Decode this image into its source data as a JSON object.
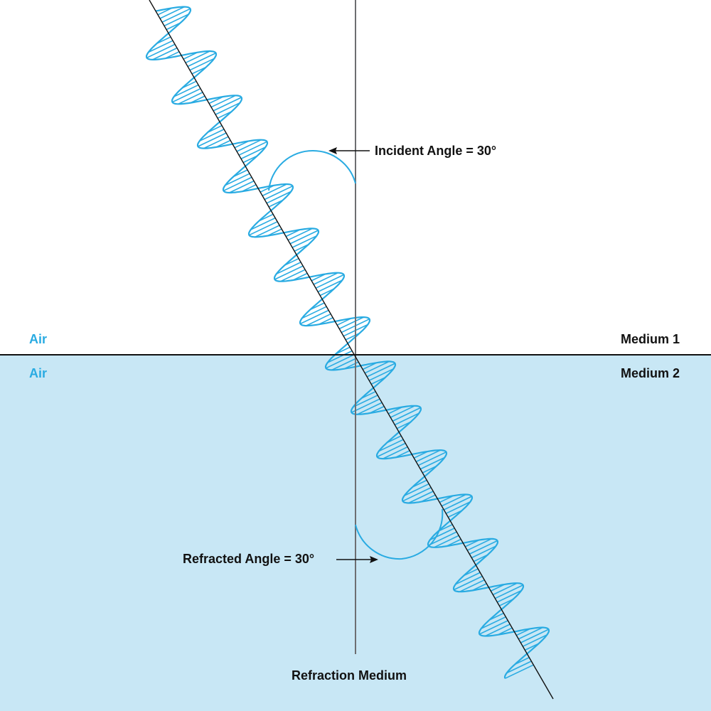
{
  "diagram": {
    "title": "Refraction of a wave at a medium boundary",
    "colors": {
      "wave": "#29abe2",
      "medium2_fill": "#c8e7f5",
      "medium1_fill": "#ffffff",
      "normal_line": "#6d6e71",
      "interface_line": "#111111",
      "ray_line": "#111111"
    },
    "labels": {
      "incident_angle": "Incident Angle = 30°",
      "refracted_angle": "Refracted Angle = 30°",
      "top_left_medium": "Air",
      "bottom_left_medium": "Air",
      "top_right_medium": "Medium 1",
      "bottom_right_medium": "Medium 2",
      "normal_caption": "Refraction Medium"
    },
    "angles": {
      "incident_deg": 30,
      "refracted_deg": 30
    }
  }
}
